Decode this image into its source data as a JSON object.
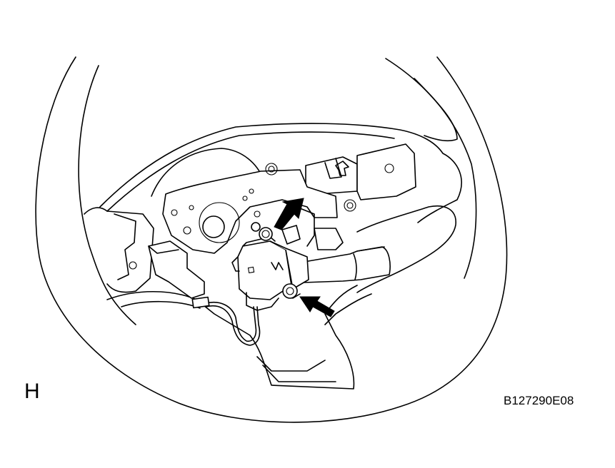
{
  "view_letter": "H",
  "figure_code": "B127290E08",
  "colors": {
    "line": "#000000",
    "background": "#ffffff"
  },
  "callouts": [
    {
      "name": "upper-arrow",
      "points_to": "upper-screw"
    },
    {
      "name": "lower-arrow",
      "points_to": "lower-screw"
    }
  ]
}
